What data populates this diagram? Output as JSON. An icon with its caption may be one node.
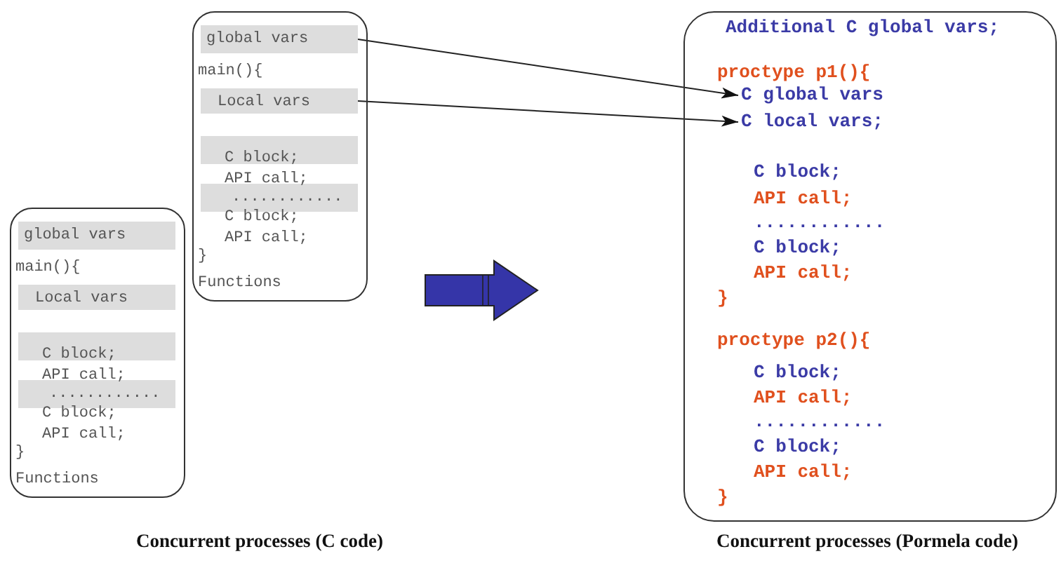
{
  "diagram": {
    "nodes": [
      {
        "text": [
          "main(){",
          "C block; API call;",
          "C block; API call;",
          "}",
          "Functions"
        ]
      },
      {
        "text": [
          "global vars"
        ],
        "in": 0
      },
      {
        "text": [
          "Local vars"
        ],
        "in": 0
      },
      {
        "text": [],
        "shape": "bar",
        "in": 0
      },
      {
        "text": [
          "............"
        ],
        "in": 0
      },
      {
        "text": [
          "main(){",
          "C block; API call;",
          "C block; API call;",
          "}",
          "Functions"
        ]
      },
      {
        "text": [
          "global vars"
        ],
        "in": 5
      },
      {
        "text": [
          "Local vars"
        ],
        "in": 5
      },
      {
        "text": [],
        "shape": "bar",
        "in": 5
      },
      {
        "text": [
          "............"
        ],
        "in": 5
      },
      {
        "text": [
          "Additional C global vars;",
          "proctype p1(){",
          "C block;",
          "API call;",
          "............",
          "C block;",
          "API call;",
          "}",
          "proctype p2(){",
          "C block;",
          "API call;",
          "............",
          "C block;",
          "API call;",
          "}"
        ]
      },
      {
        "text": [
          "C global vars"
        ],
        "in": 10
      },
      {
        "text": [
          "C local vars;"
        ],
        "in": 10
      }
    ],
    "edges": [
      {
        "from": 6,
        "to": 11,
        "arrow": "to"
      },
      {
        "from": 7,
        "to": 12,
        "arrow": "to"
      }
    ],
    "labels": [
      "Concurrent processes (C code)",
      "Concurrent processes (Pormela code)"
    ]
  }
}
